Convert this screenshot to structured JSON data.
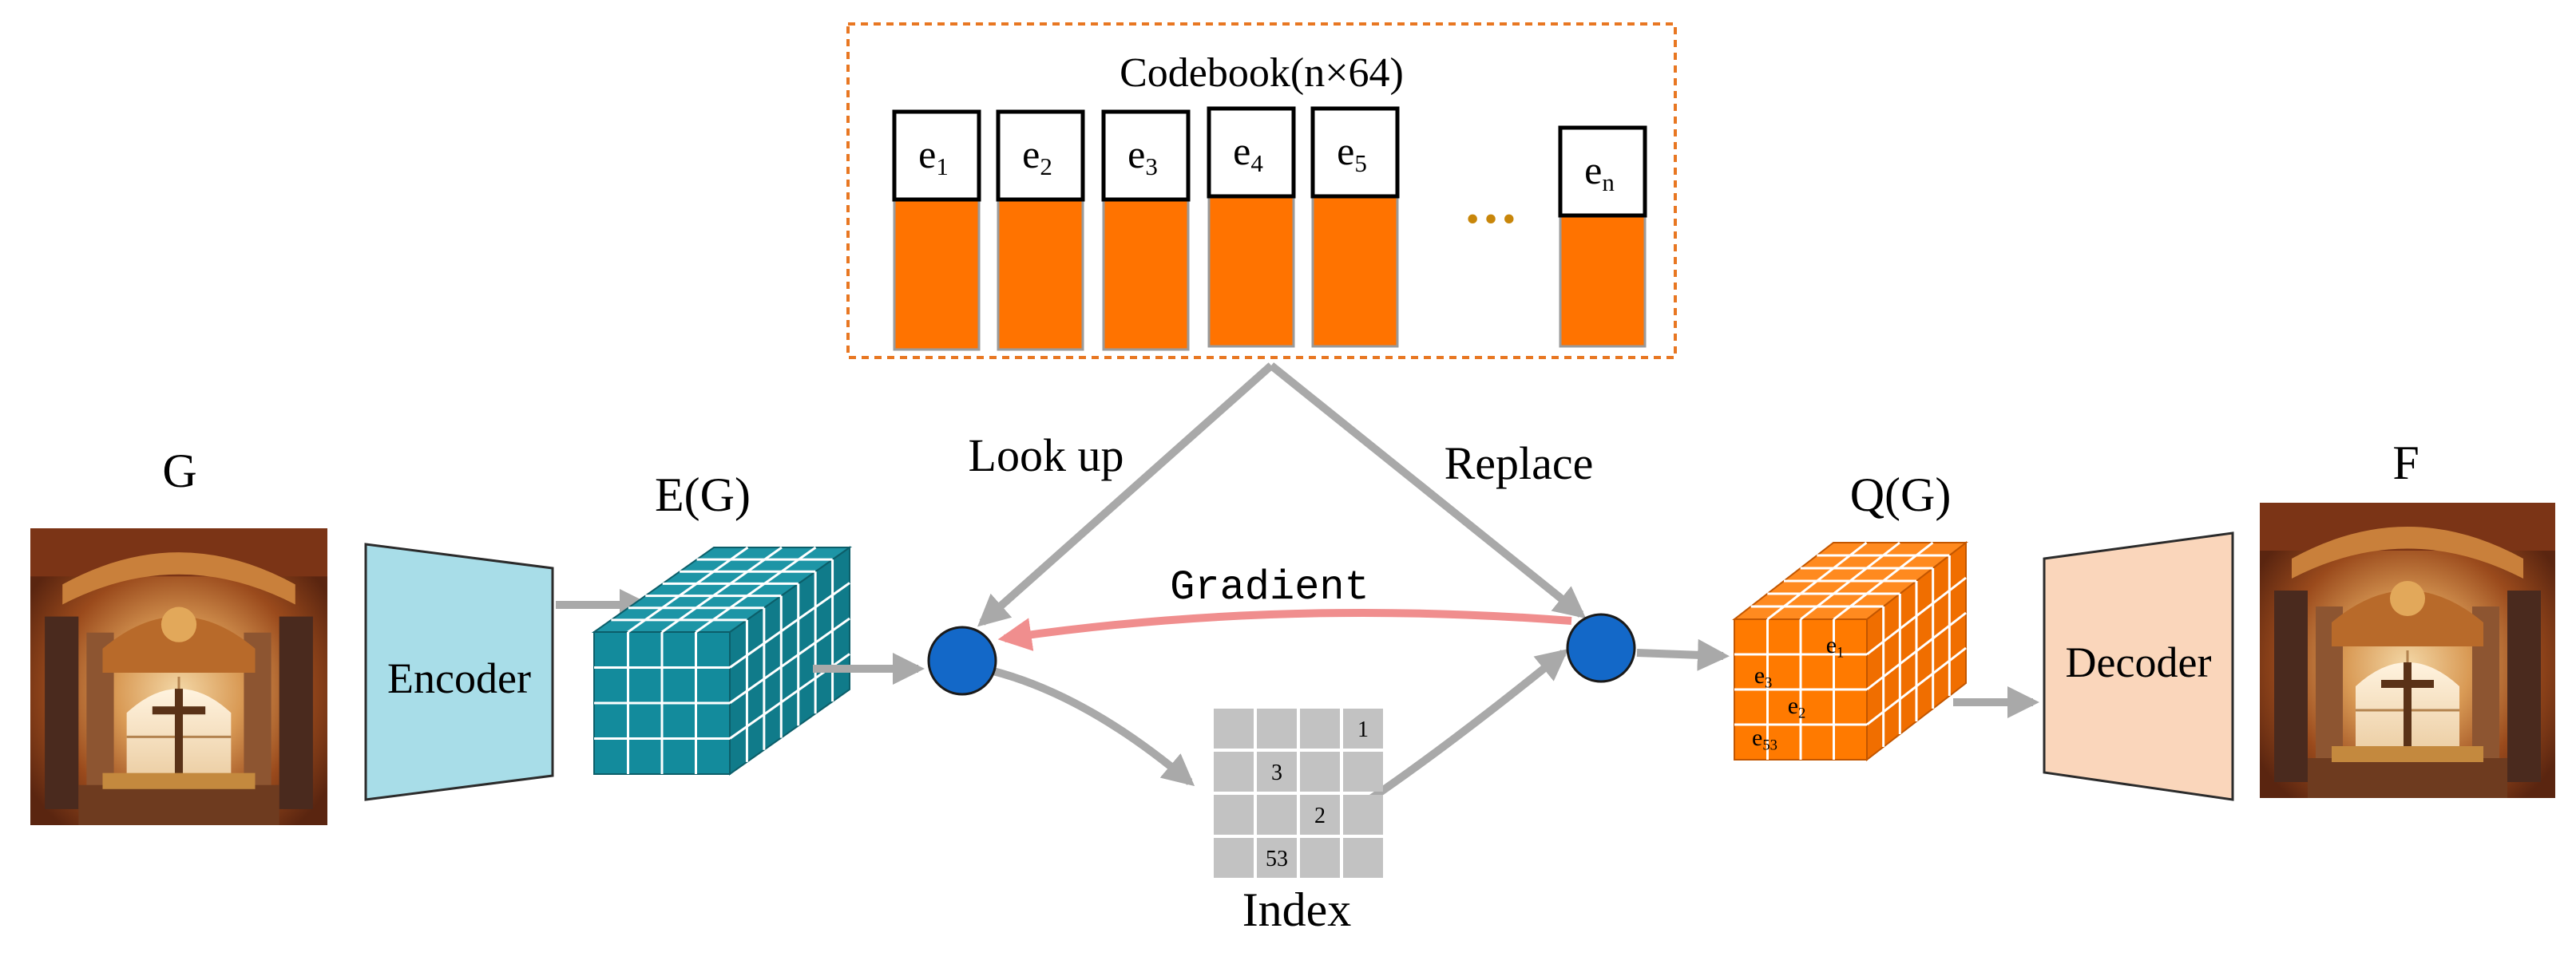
{
  "codebook": {
    "title": "Codebook(n×64)",
    "entries": [
      {
        "base": "e",
        "sub": "1"
      },
      {
        "base": "e",
        "sub": "2"
      },
      {
        "base": "e",
        "sub": "3"
      },
      {
        "base": "e",
        "sub": "4"
      },
      {
        "base": "e",
        "sub": "5"
      },
      {
        "base": "e",
        "sub": "n"
      }
    ],
    "ellipsis": "•••"
  },
  "labels": {
    "input": "G",
    "output": "F",
    "encoded": "E(G)",
    "quantized": "Q(G)",
    "encoder": "Encoder",
    "decoder": "Decoder",
    "look_up": "Look up",
    "replace": "Replace",
    "gradient": "Gradient",
    "index": "Index"
  },
  "index_grid": {
    "cells": [
      {
        "row": 0,
        "col": 3,
        "text": "1"
      },
      {
        "row": 1,
        "col": 1,
        "text": "3"
      },
      {
        "row": 2,
        "col": 2,
        "text": "2"
      },
      {
        "row": 3,
        "col": 1,
        "text": "53"
      }
    ]
  },
  "q_cube_labels": [
    {
      "base": "e",
      "sub": "1"
    },
    {
      "base": "e",
      "sub": "3"
    },
    {
      "base": "e",
      "sub": "2"
    },
    {
      "base": "e",
      "sub": "53"
    }
  ],
  "colors": {
    "codebook_bar": "#ff7300",
    "codebook_border": "#e87722",
    "ellipsis": "#c8860a",
    "teal_cube": "#138b9c",
    "orange_cube": "#ff7a00",
    "encoder_fill": "#a8dde8",
    "decoder_fill": "#fad6bb",
    "node_fill": "#1368c8",
    "arrow_gray": "#a9a9a9",
    "gradient_arrow": "#f08e8e",
    "index_cell": "#c2c2c2"
  }
}
